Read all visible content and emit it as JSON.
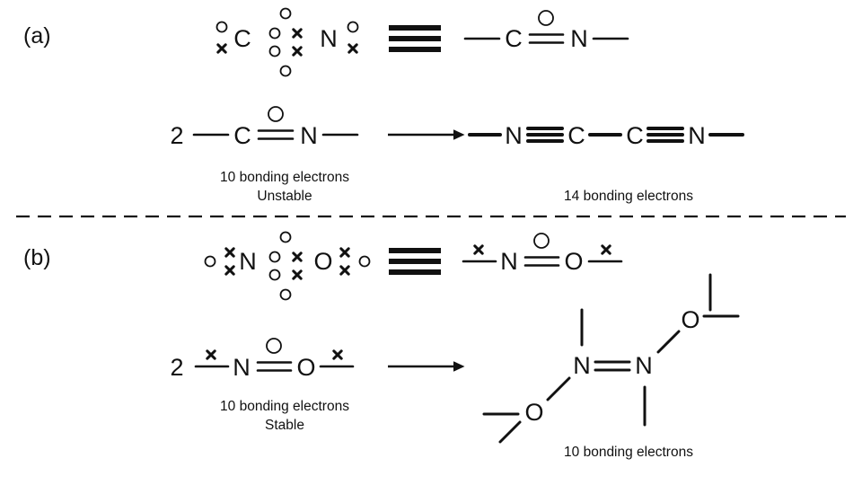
{
  "colors": {
    "ink": "#111111",
    "background": "#ffffff"
  },
  "icons": {
    "electron_circle": "open-circle",
    "electron_cross": "heavy-x",
    "lone_pair_circle": "open-circle",
    "arrowhead": "right-triangle",
    "equivalence_symbol": "three-thick-bars"
  },
  "atoms": {
    "c": "C",
    "n": "N",
    "o": "O"
  },
  "sections": {
    "a": {
      "label": "(a)",
      "coefficient": "2",
      "captions": {
        "left_line1": "10 bonding electrons",
        "left_line2": "Unstable",
        "right": "14 bonding electrons"
      }
    },
    "b": {
      "label": "(b)",
      "coefficient": "2",
      "captions": {
        "left_line1": "10 bonding electrons",
        "left_line2": "Stable",
        "right": "10 bonding electrons"
      }
    }
  }
}
